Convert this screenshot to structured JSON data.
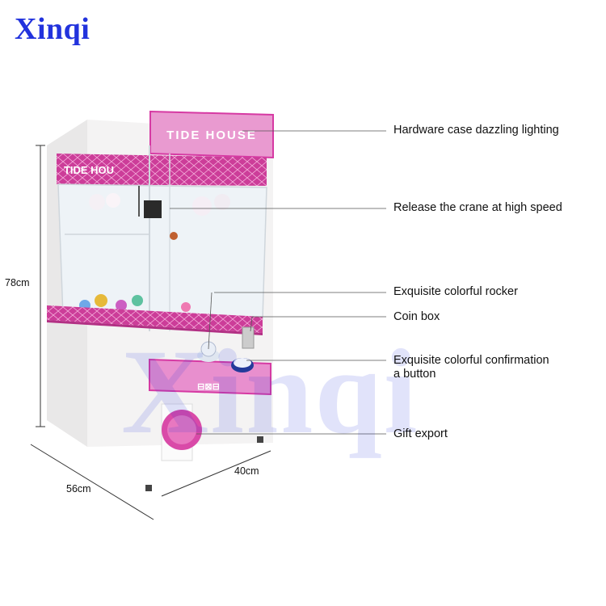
{
  "brand": {
    "logo_text": "Xinqi",
    "watermark_text": "Xinqi"
  },
  "machine": {
    "marquee_text": "TIDE HOUSE",
    "inner_sign_text": "TIDE HOU",
    "body_color": "#f2f1f1",
    "accent_color": "#e14fb1"
  },
  "callouts": [
    {
      "label": "Hardware case dazzling lighting"
    },
    {
      "label": "Release the crane at high speed"
    },
    {
      "label": "Exquisite colorful rocker"
    },
    {
      "label": "Coin box"
    },
    {
      "label": "Exquisite colorful confirmation\na button"
    },
    {
      "label": "Gift export"
    }
  ],
  "dimensions": {
    "height": "78cm",
    "depth": "56cm",
    "width": "40cm"
  }
}
